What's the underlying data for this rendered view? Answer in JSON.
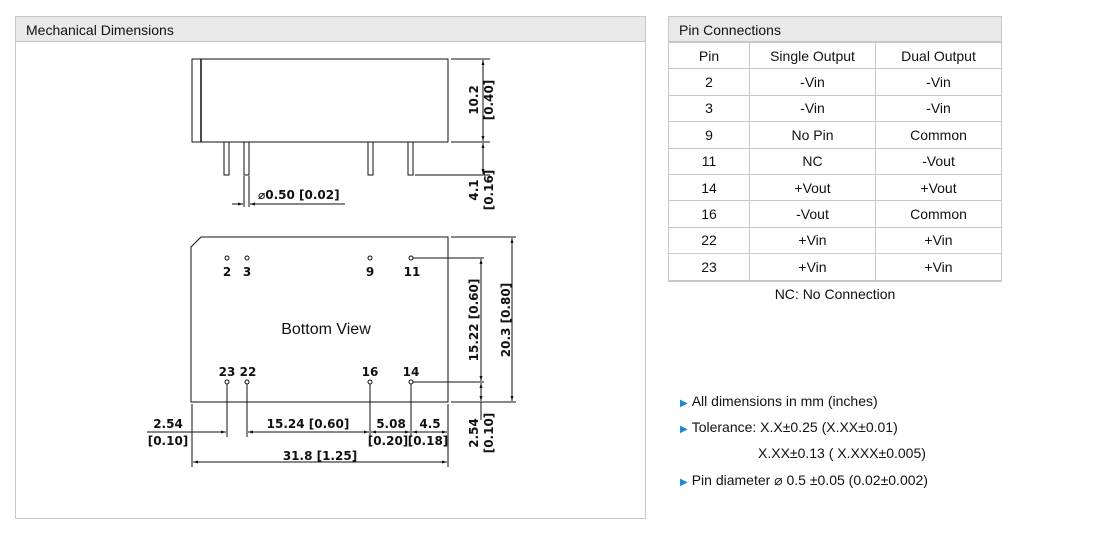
{
  "mechanical": {
    "title": "Mechanical Dimensions",
    "bottom_view": "Bottom View",
    "dims": {
      "h_body": "10.2",
      "h_body_in": "[0.40]",
      "h_pin": "4.1",
      "h_pin_in": "[0.16]",
      "pin_dia": "⌀0.50 [0.02]",
      "pitch_v": "15.22 [0.60]",
      "width": "20.3 [0.80]",
      "edge_v": "2.54",
      "edge_v_in": "[0.10]",
      "edge_h": "2.54",
      "edge_h_in": "[0.10]",
      "span": "15.24 [0.60]",
      "d508": "5.08",
      "d508_in": "[0.20]",
      "d45": "4.5",
      "d45_in": "[0.18]",
      "length": "31.8 [1.25]"
    },
    "pin_labels": {
      "p2": "2",
      "p3": "3",
      "p9": "9",
      "p11": "11",
      "p23": "23",
      "p22": "22",
      "p16": "16",
      "p14": "14"
    }
  },
  "pin_connections": {
    "title": "Pin Connections",
    "headers": [
      "Pin",
      "Single Output",
      "Dual Output"
    ],
    "rows": [
      [
        "2",
        "-Vin",
        "-Vin"
      ],
      [
        "3",
        "-Vin",
        "-Vin"
      ],
      [
        "9",
        "No Pin",
        "Common"
      ],
      [
        "11",
        "NC",
        "-Vout"
      ],
      [
        "14",
        "+Vout",
        "+Vout"
      ],
      [
        "16",
        "-Vout",
        "Common"
      ],
      [
        "22",
        "+Vin",
        "+Vin"
      ],
      [
        "23",
        "+Vin",
        "+Vin"
      ]
    ],
    "footnote": "NC: No Connection"
  },
  "notes": {
    "n1": "All dimensions in mm (inches)",
    "n2": "Tolerance: X.X±0.25 (X.XX±0.01)",
    "n2b": "X.XX±0.13 ( X.XXX±0.005)",
    "n3": "Pin diameter ⌀ 0.5 ±0.05 (0.02±0.002)"
  },
  "colors": {
    "bullet": "#1a8ad4",
    "header_bg": "#e9e9e9"
  }
}
